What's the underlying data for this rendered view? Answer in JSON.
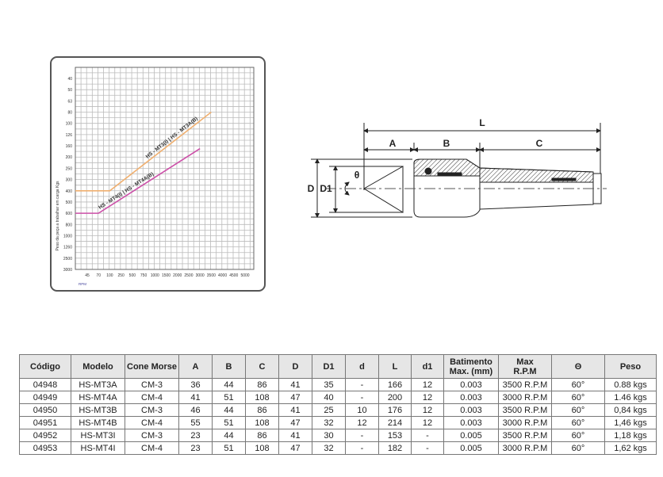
{
  "chart_data": {
    "type": "line",
    "ylabel": "Peso da peça a trabalhar em carga Kgs",
    "xlabel": "RPM",
    "y_ticks": [
      "40",
      "50",
      "63",
      "80",
      "100",
      "126",
      "160",
      "200",
      "250",
      "300",
      "400",
      "500",
      "600",
      "800",
      "1000",
      "1260",
      "2500",
      "3000"
    ],
    "x_ticks": [
      "45",
      "70",
      "100",
      "250",
      "500",
      "750",
      "1000",
      "1500",
      "2000",
      "2500",
      "3000",
      "3500",
      "4000",
      "4500",
      "5000"
    ],
    "grid": true,
    "series": [
      {
        "name": "HS - MT3(I)  |  HS - MT3A(B)",
        "color": "#f0b070",
        "points": [
          [
            "axis-start",
            "400"
          ],
          [
            "100",
            "400"
          ],
          [
            "3500",
            "80"
          ]
        ]
      },
      {
        "name": "HS - MT4(I)  |  HS - MT4A(B)",
        "color": "#cc4fa8",
        "points": [
          [
            "axis-start",
            "600"
          ],
          [
            "70",
            "600"
          ],
          [
            "3000",
            "170"
          ]
        ]
      }
    ]
  },
  "diagram": {
    "labels": {
      "L": "L",
      "A": "A",
      "B": "B",
      "C": "C",
      "D": "D",
      "D1": "D1",
      "theta": "θ"
    }
  },
  "table": {
    "headers": [
      "Código",
      "Modelo",
      "Cone Morse",
      "A",
      "B",
      "C",
      "D",
      "D1",
      "d",
      "L",
      "d1",
      "Batimento|Max. (mm)",
      "Max|R.P.M",
      "Θ",
      "Peso"
    ],
    "rows": [
      [
        "04948",
        "HS-MT3A",
        "CM-3",
        "36",
        "44",
        "86",
        "41",
        "35",
        "-",
        "166",
        "12",
        "0.003",
        "3500 R.P.M",
        "60°",
        "0.88 kgs"
      ],
      [
        "04949",
        "HS-MT4A",
        "CM-4",
        "41",
        "51",
        "108",
        "47",
        "40",
        "-",
        "200",
        "12",
        "0.003",
        "3000 R.P.M",
        "60°",
        "1.46 kgs"
      ],
      [
        "04950",
        "HS-MT3B",
        "CM-3",
        "46",
        "44",
        "86",
        "41",
        "25",
        "10",
        "176",
        "12",
        "0.003",
        "3500 R.P.M",
        "60°",
        "0,84 kgs"
      ],
      [
        "04951",
        "HS-MT4B",
        "CM-4",
        "55",
        "51",
        "108",
        "47",
        "32",
        "12",
        "214",
        "12",
        "0.003",
        "3000 R.P.M",
        "60°",
        "1,46 kgs"
      ],
      [
        "04952",
        "HS-MT3I",
        "CM-3",
        "23",
        "44",
        "86",
        "41",
        "30",
        "-",
        "153",
        "-",
        "0.005",
        "3500 R.P.M",
        "60°",
        "1,18 kgs"
      ],
      [
        "04953",
        "HS-MT4I",
        "CM-4",
        "23",
        "51",
        "108",
        "47",
        "32",
        "-",
        "182",
        "-",
        "0.005",
        "3000 R.P.M",
        "60°",
        "1,62 kgs"
      ]
    ]
  }
}
